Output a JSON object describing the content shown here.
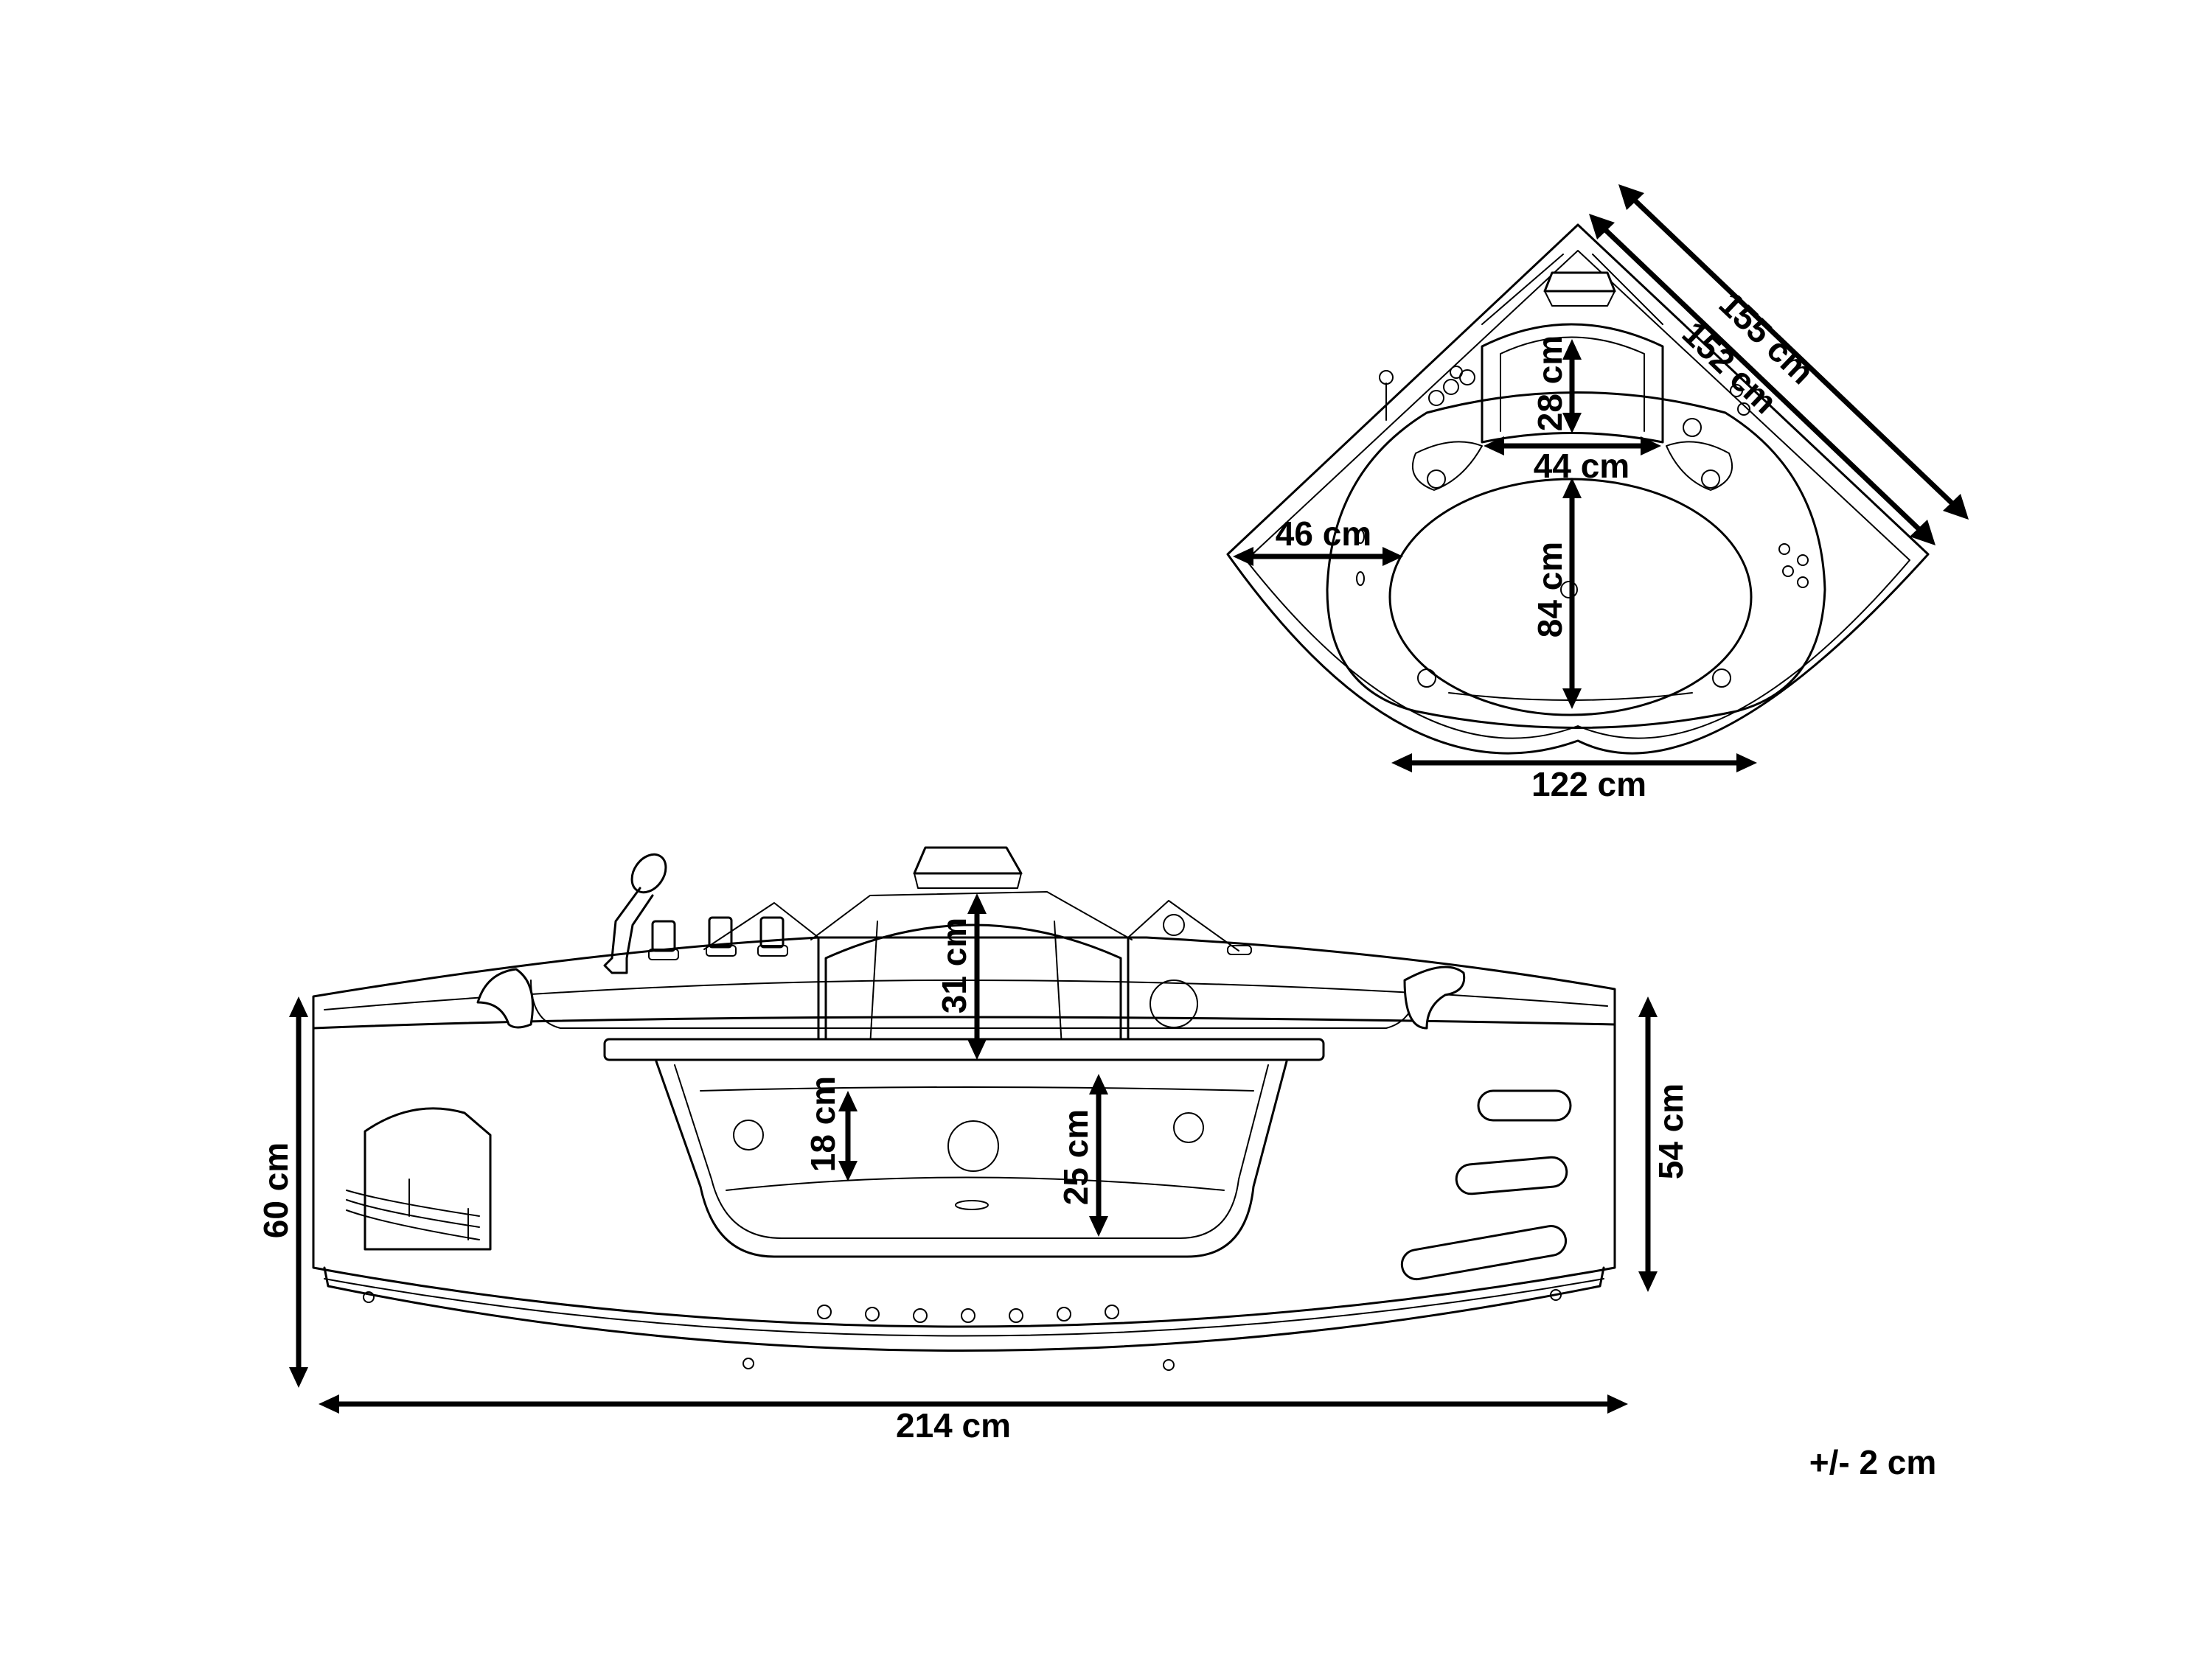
{
  "diagram": {
    "top_view": {
      "labels": {
        "outer_diagonal": "155 cm",
        "inner_diagonal": "152 cm",
        "headrest_depth": "28 cm",
        "headrest_width": "44 cm",
        "ledge_width": "46 cm",
        "basin_length": "84 cm",
        "front_width": "122 cm"
      }
    },
    "front_view": {
      "labels": {
        "overall_height": "60 cm",
        "backrest_height": "31 cm",
        "window_height": "18 cm",
        "basin_depth": "25 cm",
        "side_height": "54 cm",
        "overall_width": "214 cm"
      }
    },
    "tolerance": "+/- 2 cm"
  }
}
